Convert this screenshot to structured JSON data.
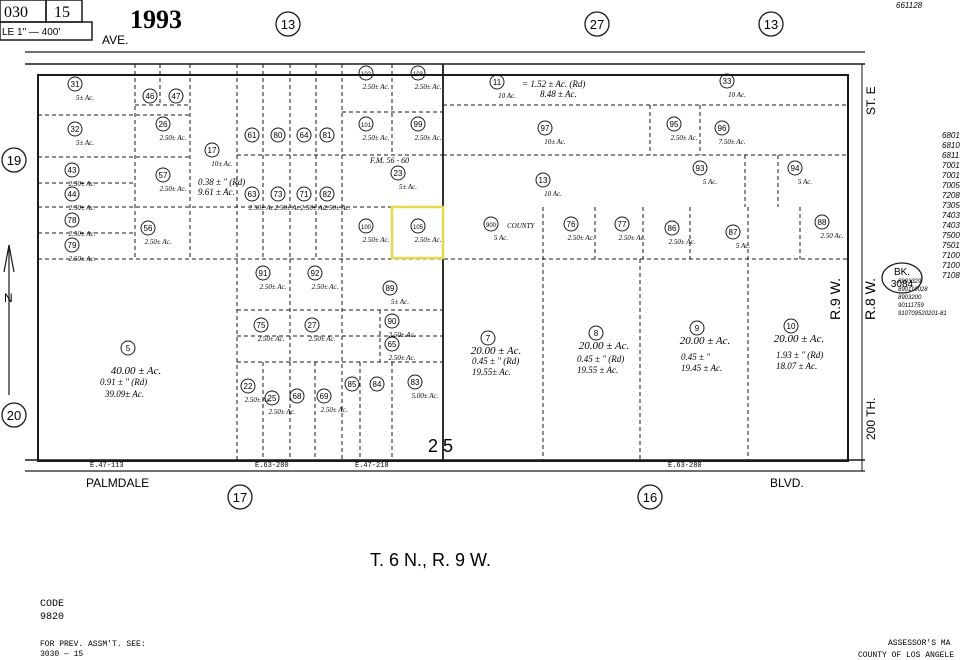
{
  "header": {
    "book_ref": "030",
    "page_ref": "15",
    "scale_label": "LE 1\" — 400'",
    "year": "1993",
    "top_right_note": "661128"
  },
  "section_labels": {
    "top_13a": "13",
    "top_27": "27",
    "top_13b": "13",
    "left_19": "19",
    "left_20": "20",
    "bottom_17": "17",
    "bottom_16": "16",
    "center_25": "2 5"
  },
  "streets": {
    "ave": "AVE.",
    "palmdale": "PALMDALE",
    "blvd": "BLVD.",
    "st_e": "ST. E",
    "r8w": "R.8 W.",
    "r9w": "R.9 W.",
    "th200": "200 TH."
  },
  "book_badge": {
    "line1": "BK.",
    "line2": "3084"
  },
  "parcels": [
    {
      "no": "31",
      "acre": "5± Ac."
    },
    {
      "no": "32",
      "acre": "5± Ac."
    },
    {
      "no": "43",
      "acre": "2.50± Ac."
    },
    {
      "no": "44",
      "acre": "2.50± Ac."
    },
    {
      "no": "78",
      "acre": "2.50± Ac."
    },
    {
      "no": "79",
      "acre": "2.50± Ac."
    },
    {
      "no": "46",
      "acre": ""
    },
    {
      "no": "47",
      "acre": ""
    },
    {
      "no": "26",
      "acre": "2.50± Ac."
    },
    {
      "no": "57",
      "acre": "2.50± Ac."
    },
    {
      "no": "56",
      "acre": "2.50± Ac."
    },
    {
      "no": "17",
      "acre": "10± Ac."
    },
    {
      "no": "61",
      "acre": ""
    },
    {
      "no": "80",
      "acre": ""
    },
    {
      "no": "64",
      "acre": ""
    },
    {
      "no": "81",
      "acre": ""
    },
    {
      "no": "63",
      "acre": "2.50± Ac."
    },
    {
      "no": "73",
      "acre": "2.50± Ac."
    },
    {
      "no": "71",
      "acre": "2.50± Ac."
    },
    {
      "no": "82",
      "acre": "2.50± Ac."
    },
    {
      "no": "102",
      "acre": "2.50± Ac."
    },
    {
      "no": "103",
      "acre": "2.50± Ac."
    },
    {
      "no": "101",
      "acre": "2.50± Ac."
    },
    {
      "no": "99",
      "acre": "2.50± Ac."
    },
    {
      "no": "23",
      "acre": "5± Ac."
    },
    {
      "no": "100",
      "acre": "2.50± Ac."
    },
    {
      "no": "105",
      "acre": "2.50± Ac."
    },
    {
      "no": "11",
      "acre": "10 Ac."
    },
    {
      "no": "97",
      "acre": "10± Ac."
    },
    {
      "no": "13",
      "acre": "10 Ac."
    },
    {
      "no": "33",
      "acre": "10 Ac."
    },
    {
      "no": "95",
      "acre": "2.50± Ac."
    },
    {
      "no": "96",
      "acre": "7.50± Ac."
    },
    {
      "no": "93",
      "acre": "5 Ac."
    },
    {
      "no": "94",
      "acre": "5 Ac."
    },
    {
      "no": "900",
      "acre": "5 Ac."
    },
    {
      "no": "76",
      "acre": "2.50± Ac."
    },
    {
      "no": "77",
      "acre": "2.50± Ac."
    },
    {
      "no": "86",
      "acre": "2.50± Ac."
    },
    {
      "no": "87",
      "acre": "5 Ac."
    },
    {
      "no": "88",
      "acre": "2.50 Ac."
    },
    {
      "no": "91",
      "acre": "2.50± Ac."
    },
    {
      "no": "92",
      "acre": "2.50± Ac."
    },
    {
      "no": "89",
      "acre": "5± Ac."
    },
    {
      "no": "75",
      "acre": "2.50± Ac."
    },
    {
      "no": "27",
      "acre": "2.50± Ac."
    },
    {
      "no": "90",
      "acre": "2.50± Ac."
    },
    {
      "no": "65",
      "acre": "2.50± Ac."
    },
    {
      "no": "5",
      "acre": "40.00 ± Ac."
    },
    {
      "no": "22",
      "acre": "2.50± Ac."
    },
    {
      "no": "25",
      "acre": "2.50± Ac."
    },
    {
      "no": "68",
      "acre": ""
    },
    {
      "no": "69",
      "acre": "2.50± Ac."
    },
    {
      "no": "85",
      "acre": ""
    },
    {
      "no": "84",
      "acre": ""
    },
    {
      "no": "83",
      "acre": "5.00± Ac."
    },
    {
      "no": "7",
      "acre": "20.00 ± Ac."
    },
    {
      "no": "8",
      "acre": "20.00 ± Ac."
    },
    {
      "no": "9",
      "acre": "20.00 ± Ac."
    },
    {
      "no": "10",
      "acre": "20.00 ± Ac."
    }
  ],
  "detail_text": {
    "p5_road": "0.91 ±  \" (Rd)",
    "p5_net": "39.09± Ac.",
    "p7_road": "0.45 ±  \" (Rd)",
    "p7_net": "19.55± Ac.",
    "p8_road": "0.45 ±  \" (Rd)",
    "p8_net": "19.55 ± Ac.",
    "p9_road": "0.45 ±  \"",
    "p9_net": "19.45 ± Ac.",
    "p10_road": "1.93 ±  \" (Rd)",
    "p10_net": "18.07 ± Ac.",
    "p11_road": "= 1.52 ± Ac. (Rd)",
    "p11_net": "8.48 ± Ac.",
    "p17_road": "0.38 ± \" (Rd)",
    "p17_net": "9.61 ± Ac.",
    "county": "COUNTY",
    "fm": "F.M. 56 - 60"
  },
  "frontage": {
    "a": "E.47-113",
    "b": "E.63-280",
    "c": "E.47-218",
    "d": "E.63-280"
  },
  "township": "T. 6 N., R. 9 W.",
  "footer": {
    "code_label": "CODE",
    "code_value": "9820",
    "prev_label": "FOR PREV. ASSM'T. SEE:",
    "prev_value": "3030 — 15",
    "assessor": "ASSESSOR'S MA",
    "county": "COUNTY OF LOS ANGELE"
  },
  "right_margin_codes": [
    "6801",
    "6810",
    "6811",
    "7001",
    "7001",
    "7005",
    "7208",
    "7305",
    "7403",
    "7403",
    "7500",
    "7501",
    "7100",
    "7100",
    "7108"
  ],
  "right_margin_long": [
    "8903329",
    "890110028",
    "8903200",
    "90111759",
    "910709520201-81"
  ],
  "colors": {
    "ink": "#1a1a1a",
    "highlight": "#e8d94a",
    "paper": "#ffffff"
  }
}
